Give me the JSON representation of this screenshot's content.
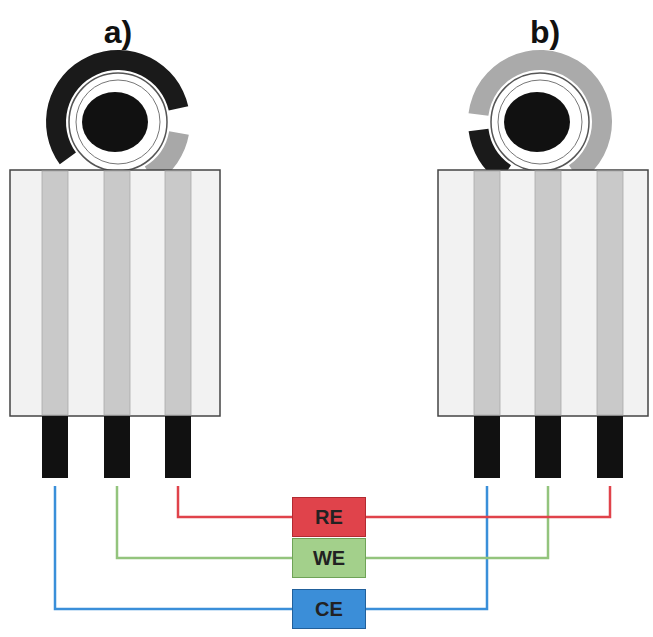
{
  "diagram": {
    "nodes": [
      {
        "text": [
          "RE"
        ]
      },
      {
        "text": [
          "WE"
        ]
      },
      {
        "text": [
          "CE"
        ]
      }
    ],
    "labels": [
      "a)",
      "b)"
    ]
  }
}
